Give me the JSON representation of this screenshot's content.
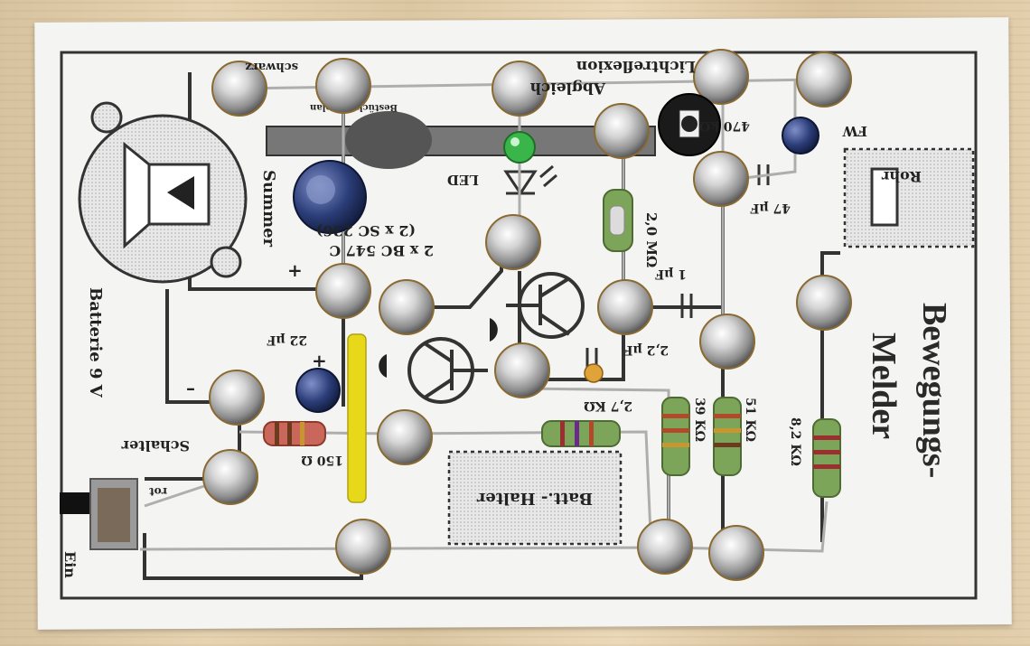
{
  "title_line1": "Bewegungs-",
  "title_line2": "Melder",
  "labels": {
    "schwarz": "schwarz",
    "lichtreflexion": "Lichtreflexion",
    "abgleich": "Abgleich",
    "bestueckungsplan": "Bestückungsplan",
    "led": "LED",
    "transistors": "2 x BC 547 C",
    "transistors_alt": "(2 x SC 236)",
    "r_2m": "2,0 MΩ",
    "r_470k": "470 kΩ",
    "fw": "FW",
    "rohr": "Rohr",
    "c_47u": "47 µF",
    "c_1u": "1 µF",
    "c_2u2": "2,2 µF",
    "summer": "Summer",
    "c_22u": "22 µF",
    "r_150": "150 Ω",
    "r_2k7": "2,7 KΩ",
    "r_39k": "39 KΩ",
    "r_51k": "51 KΩ",
    "r_8k2": "8,2 KΩ",
    "batterie": "Batterie  9 V",
    "schalter": "Schalter",
    "rot": "rot",
    "ein": "Ein",
    "batt_halter": "Batt.- Halter"
  },
  "colors": {
    "print": "#333333",
    "solder": "#c9c9c9",
    "capacitor_blue": "#2b3d78",
    "resistor_green": "#7da55a",
    "led_green": "#39b54a",
    "wire_yellow": "#e8d81a"
  }
}
